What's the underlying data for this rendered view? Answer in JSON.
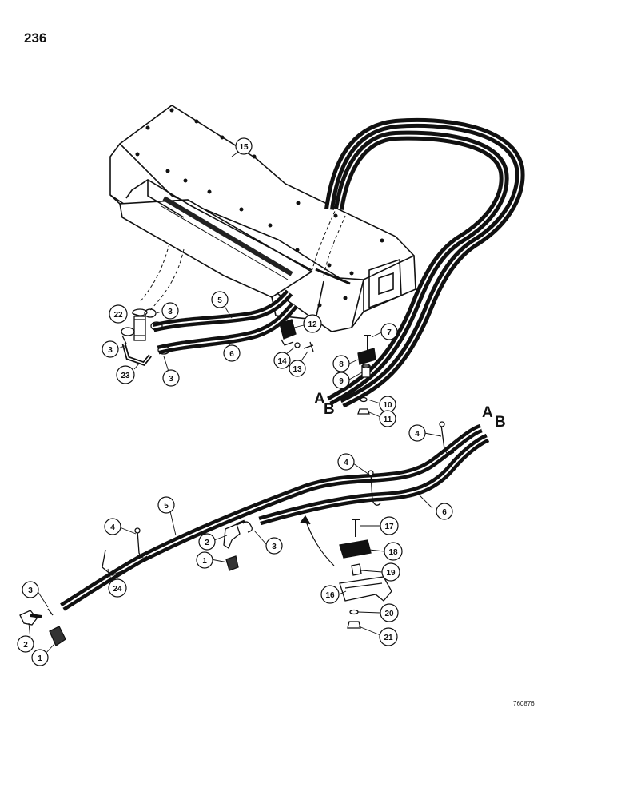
{
  "page_number": "236",
  "figure_code": "760876",
  "callouts": [
    {
      "id": "c15",
      "label": "15"
    },
    {
      "id": "c5a",
      "label": "5"
    },
    {
      "id": "c22",
      "label": "22"
    },
    {
      "id": "c3a",
      "label": "3"
    },
    {
      "id": "c3b",
      "label": "3"
    },
    {
      "id": "c3c",
      "label": "3"
    },
    {
      "id": "c23",
      "label": "23"
    },
    {
      "id": "c6a",
      "label": "6"
    },
    {
      "id": "c12",
      "label": "12"
    },
    {
      "id": "c14",
      "label": "14"
    },
    {
      "id": "c13",
      "label": "13"
    },
    {
      "id": "c7",
      "label": "7"
    },
    {
      "id": "c8",
      "label": "8"
    },
    {
      "id": "c9",
      "label": "9"
    },
    {
      "id": "c10",
      "label": "10"
    },
    {
      "id": "c11",
      "label": "11"
    },
    {
      "id": "c4a",
      "label": "4"
    },
    {
      "id": "c4b",
      "label": "4"
    },
    {
      "id": "c6b",
      "label": "6"
    },
    {
      "id": "c5b",
      "label": "5"
    },
    {
      "id": "c4c",
      "label": "4"
    },
    {
      "id": "c2a",
      "label": "2"
    },
    {
      "id": "c3d",
      "label": "3"
    },
    {
      "id": "c1a",
      "label": "1"
    },
    {
      "id": "c24",
      "label": "24"
    },
    {
      "id": "c17",
      "label": "17"
    },
    {
      "id": "c18",
      "label": "18"
    },
    {
      "id": "c19",
      "label": "19"
    },
    {
      "id": "c16",
      "label": "16"
    },
    {
      "id": "c20",
      "label": "20"
    },
    {
      "id": "c21",
      "label": "21"
    },
    {
      "id": "c3e",
      "label": "3"
    },
    {
      "id": "c2b",
      "label": "2"
    },
    {
      "id": "c1b",
      "label": "1"
    }
  ],
  "hose_ends": {
    "upper_a": "A",
    "upper_b": "B",
    "lower_a": "A",
    "lower_b": "B"
  }
}
